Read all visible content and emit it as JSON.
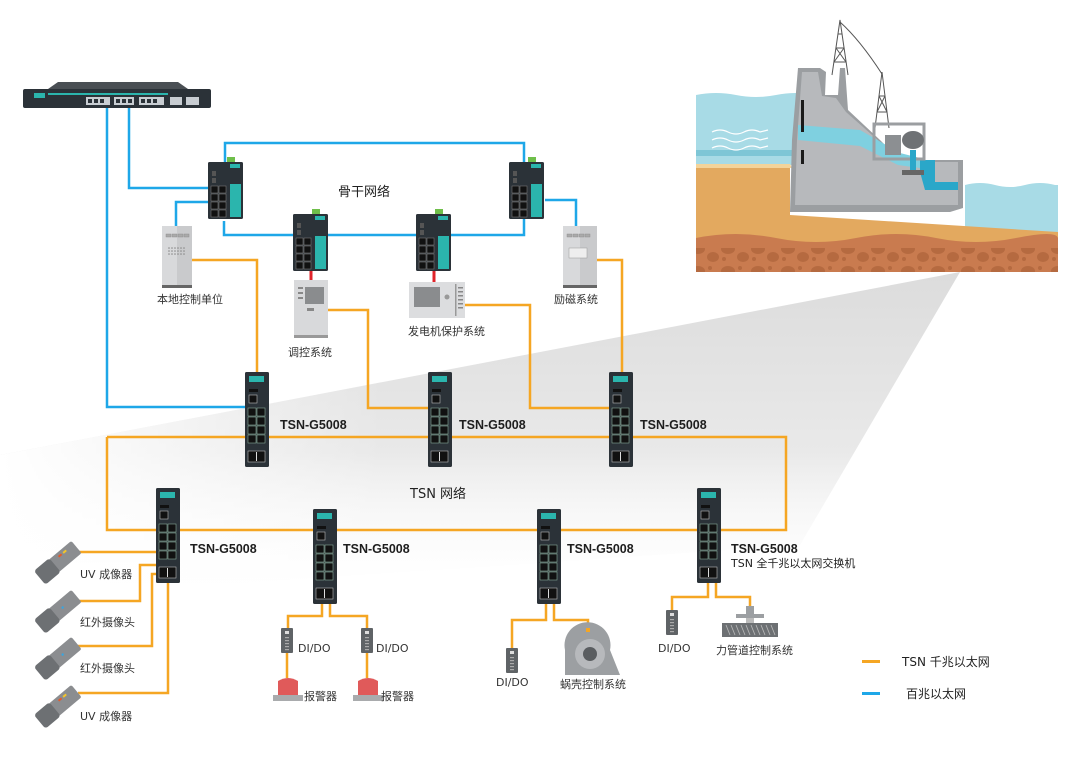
{
  "colors": {
    "tsn_gigabit": "#f5a623",
    "fast_ethernet": "#1ea7e8",
    "serial_link": "#e0232a",
    "switch_body": "#2b3238",
    "switch_accent": "#2bb5ad"
  },
  "backbone": {
    "title": "骨干网络",
    "devices": [
      {
        "label": "本地控制单位",
        "icon": "control-cabinet-icon"
      },
      {
        "label": "调控系统",
        "icon": "regulation-terminal-icon"
      },
      {
        "label": "发电机保护系统",
        "icon": "generator-protection-panel-icon"
      },
      {
        "label": "励磁系统",
        "icon": "excitation-cabinet-icon"
      }
    ]
  },
  "tsn_network": {
    "title": "TSN 网络",
    "upper_switches": [
      {
        "model": "TSN-G5008"
      },
      {
        "model": "TSN-G5008"
      },
      {
        "model": "TSN-G5008"
      }
    ],
    "lower_switches": [
      {
        "model": "TSN-G5008"
      },
      {
        "model": "TSN-G5008"
      },
      {
        "model": "TSN-G5008"
      },
      {
        "model": "TSN-G5008",
        "description": "TSN 全千兆以太网交换机"
      }
    ]
  },
  "field_devices": {
    "cameras": [
      "UV 成像器",
      "红外摄像头",
      "红外摄像头",
      "UV 成像器"
    ],
    "io_modules": [
      "DI/DO",
      "DI/DO",
      "DI/DO",
      "DI/DO"
    ],
    "alarms": [
      "报警器",
      "报警器"
    ],
    "volute_control": "蜗壳控制系统",
    "penstock_control": "力管道控制系统"
  },
  "legend": [
    {
      "label": "TSN 千兆以太网",
      "color": "#f5a623"
    },
    {
      "label": "百兆以太网",
      "color": "#1ea7e8"
    }
  ]
}
